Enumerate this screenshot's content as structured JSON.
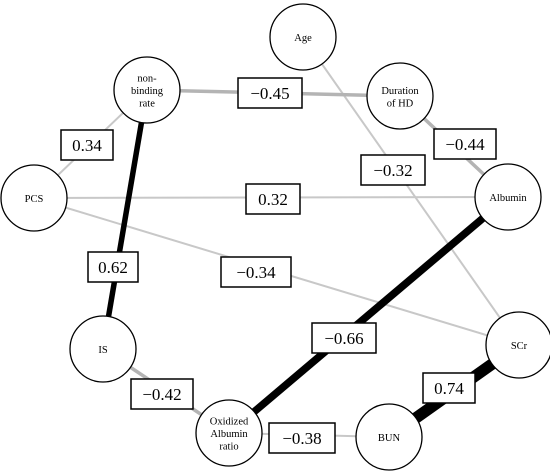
{
  "nodes": [
    {
      "id": "age",
      "lines": [
        "Age"
      ]
    },
    {
      "id": "nonbinding",
      "lines": [
        "non-",
        "binding",
        "rate"
      ]
    },
    {
      "id": "duration",
      "lines": [
        "Duration",
        "of HD"
      ]
    },
    {
      "id": "pcs",
      "lines": [
        "PCS"
      ]
    },
    {
      "id": "albumin",
      "lines": [
        "Albumin"
      ]
    },
    {
      "id": "is",
      "lines": [
        "IS"
      ]
    },
    {
      "id": "scr",
      "lines": [
        "SCr"
      ]
    },
    {
      "id": "oxidized",
      "lines": [
        "Oxidized",
        "Albumin",
        "ratio"
      ]
    },
    {
      "id": "bun",
      "lines": [
        "BUN"
      ]
    }
  ],
  "edges": [
    {
      "from": "age",
      "to": "scr",
      "label": "−0.32",
      "value": -0.32
    },
    {
      "from": "pcs",
      "to": "albumin",
      "label": "0.32",
      "value": 0.32
    },
    {
      "from": "pcs",
      "to": "scr",
      "label": "−0.34",
      "value": -0.34
    },
    {
      "from": "nonbinding",
      "to": "duration",
      "label": "−0.45",
      "value": -0.45
    },
    {
      "from": "duration",
      "to": "albumin",
      "label": "−0.44",
      "value": -0.44
    },
    {
      "from": "nonbinding",
      "to": "pcs",
      "label": "0.34",
      "value": 0.34
    },
    {
      "from": "is",
      "to": "oxidized",
      "label": "−0.42",
      "value": -0.42
    },
    {
      "from": "oxidized",
      "to": "bun",
      "label": "−0.38",
      "value": -0.38
    },
    {
      "from": "nonbinding",
      "to": "is",
      "label": "0.62",
      "value": 0.62
    },
    {
      "from": "albumin",
      "to": "oxidized",
      "label": "−0.66",
      "value": -0.66
    },
    {
      "from": "scr",
      "to": "bun",
      "label": "0.74",
      "value": 0.74
    }
  ],
  "colors": {
    "strong_edge": "#000000",
    "weak_edge": "#c8c8c8",
    "mid_edge": "#b4b4b4"
  }
}
